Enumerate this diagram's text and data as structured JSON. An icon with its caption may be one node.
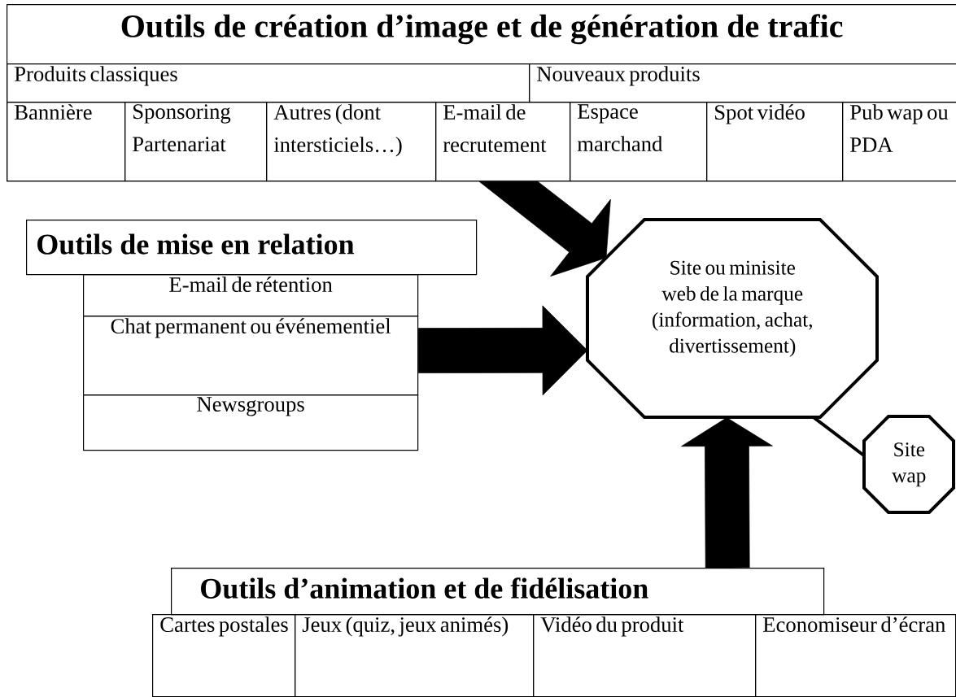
{
  "diagram": {
    "nodes": [
      {
        "text": [
          "Outils de création d’image et de génération de trafic"
        ]
      },
      {
        "text": [
          "Produits classiques"
        ],
        "in": 0
      },
      {
        "text": [
          "Nouveaux produits"
        ],
        "in": 0
      },
      {
        "text": [
          "Bannière"
        ],
        "in": 0
      },
      {
        "text": [
          "Sponsoring Partenariat"
        ],
        "in": 0
      },
      {
        "text": [
          "Autres (dont intersticiels…)"
        ],
        "in": 0
      },
      {
        "text": [
          "E-mail de recrutement"
        ],
        "in": 0
      },
      {
        "text": [
          "Espace marchand"
        ],
        "in": 0
      },
      {
        "text": [
          "Spot vidéo"
        ],
        "in": 0
      },
      {
        "text": [
          "Pub wap ou PDA"
        ],
        "in": 0
      },
      {
        "text": [
          "Outils de mise en relation"
        ]
      },
      {
        "text": [
          "E-mail de rétention"
        ]
      },
      {
        "text": [
          "Chat permanent ou événementiel"
        ]
      },
      {
        "text": [
          "Newsgroups"
        ]
      },
      {
        "text": [
          "Site ou minisite web de la marque (information, achat, divertissement)"
        ]
      },
      {
        "text": [
          "Site wap"
        ]
      },
      {
        "text": [
          "Outils d’animation et de fidélisation"
        ]
      },
      {
        "text": [
          "Cartes postales"
        ]
      },
      {
        "text": [
          "Jeux (quiz, jeux animés)"
        ]
      },
      {
        "text": [
          "Vidéo du produit"
        ]
      },
      {
        "text": [
          "Economiseur d’écran"
        ]
      }
    ],
    "edges": [
      {
        "from": 0,
        "to": 14,
        "arrow": "to",
        "style": "thick"
      },
      {
        "from": 12,
        "to": 14,
        "arrow": "to",
        "style": "thick"
      },
      {
        "from": 16,
        "to": 14,
        "arrow": "to",
        "style": "thick"
      },
      {
        "from": 14,
        "to": 15,
        "arrow": "none"
      }
    ]
  }
}
